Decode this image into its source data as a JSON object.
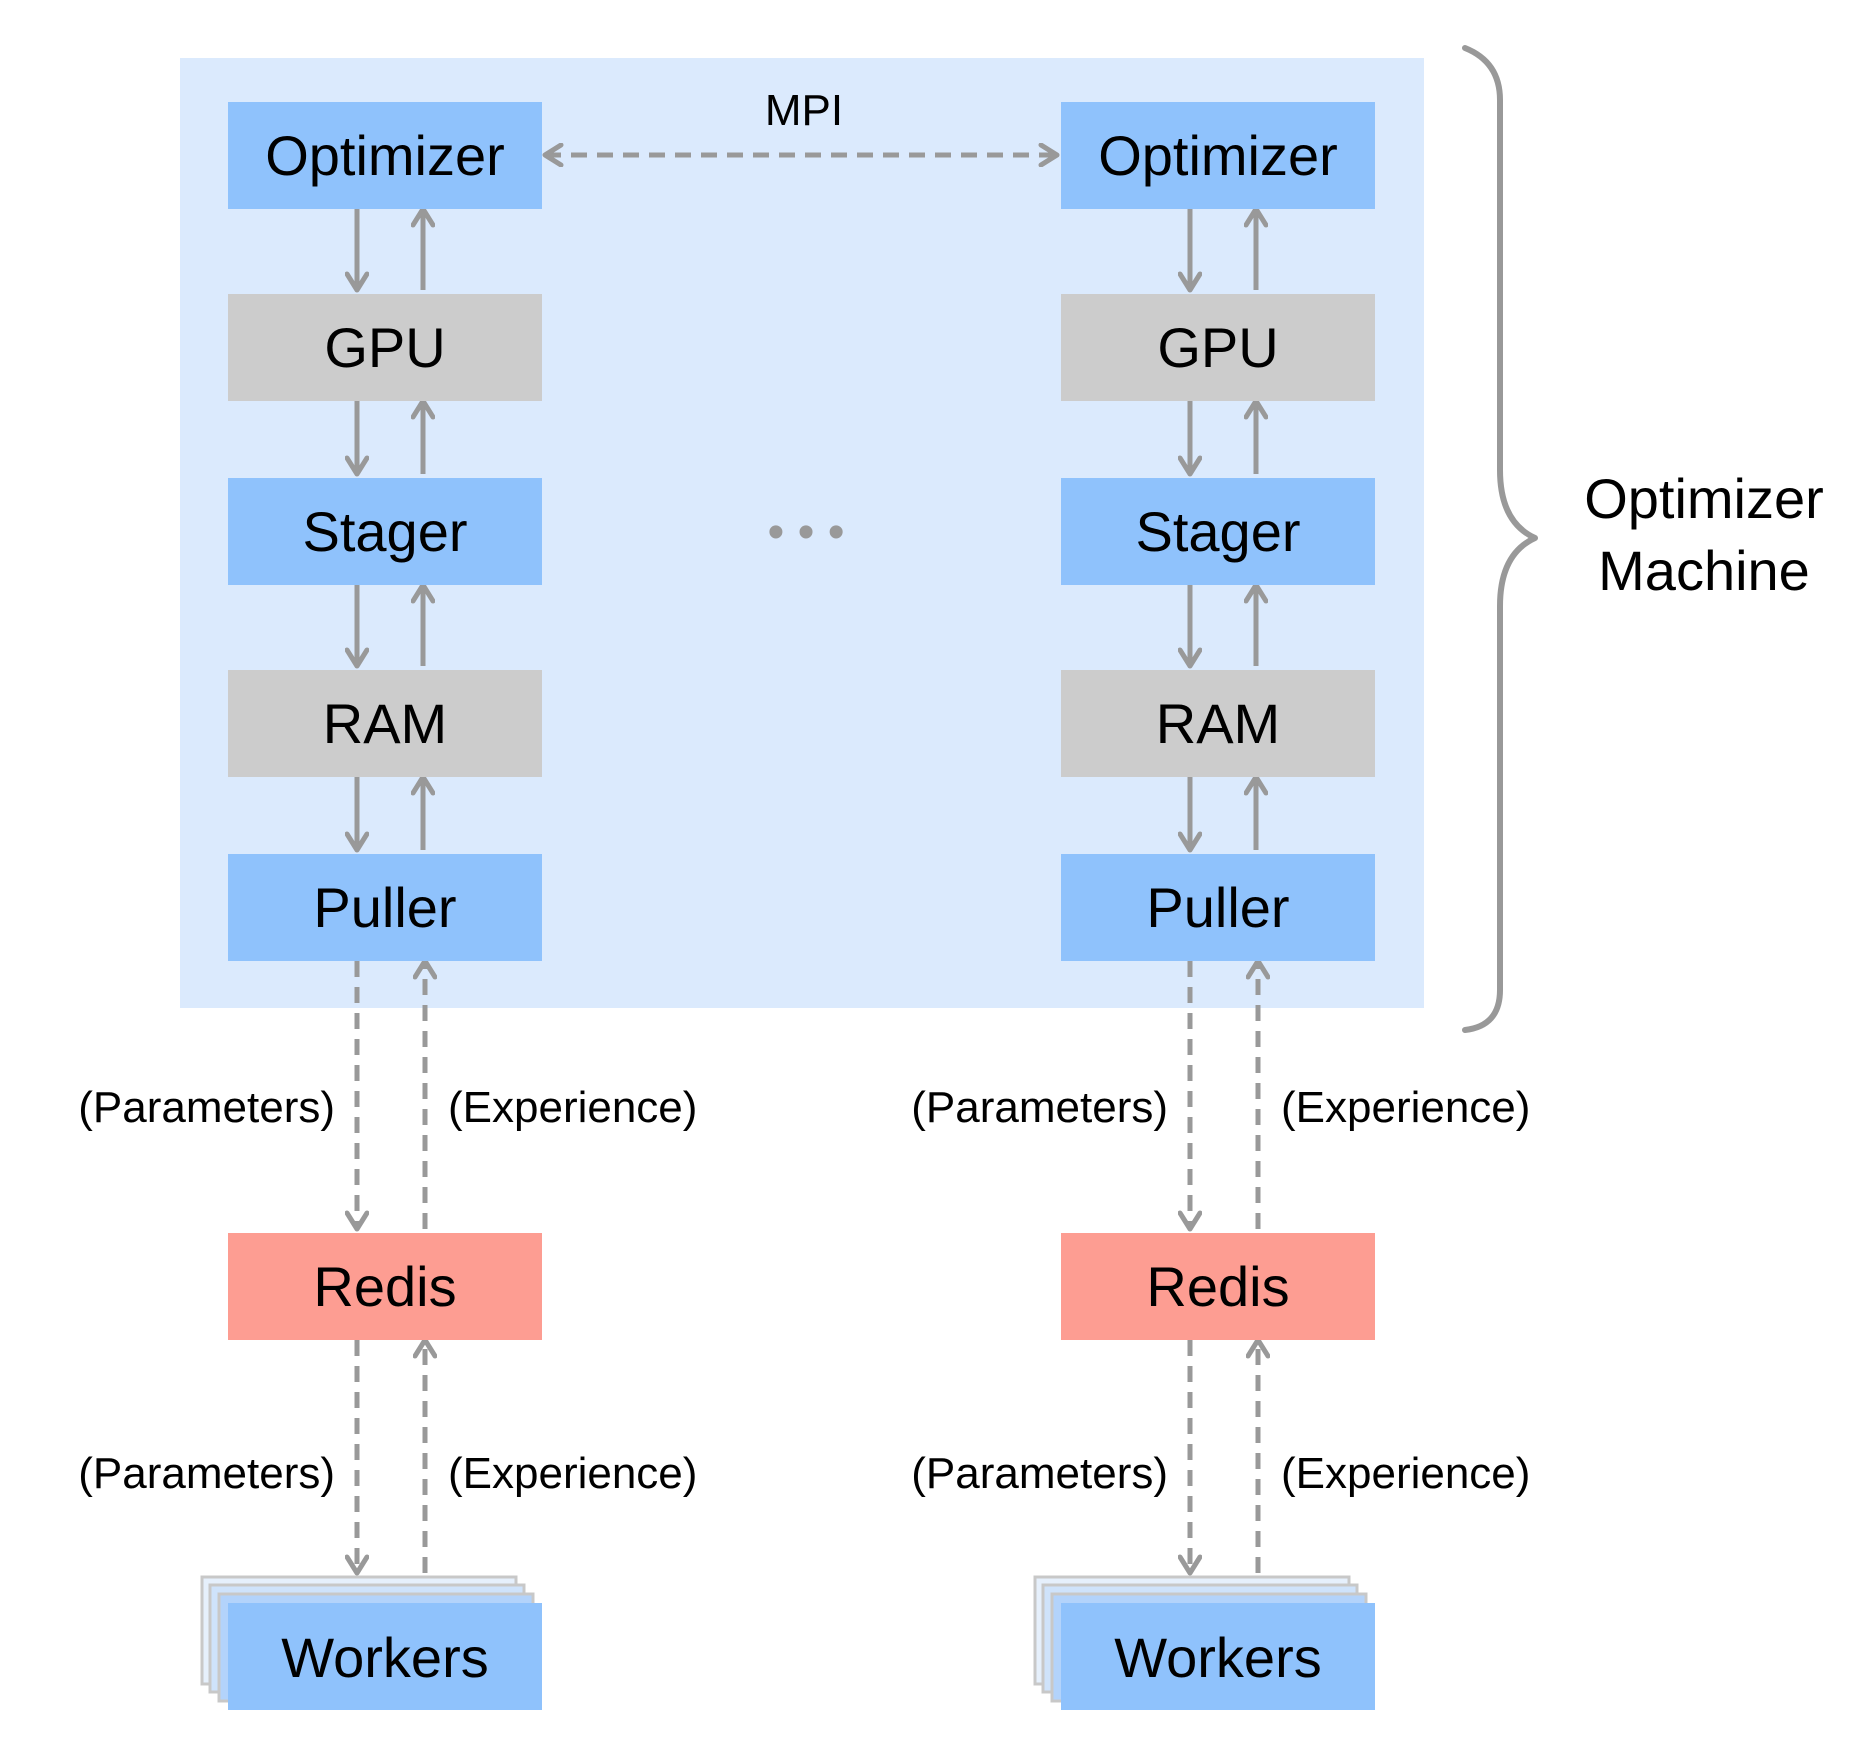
{
  "colors": {
    "machine_bg": "#dbeafd",
    "blue_box": "#8fc2fc",
    "gray_box": "#cccccc",
    "redis_box": "#fd9d92",
    "worker_back": "#cfe3fb",
    "worker_mid": "#b3d3fb",
    "arrow": "#999999",
    "text": "#000000"
  },
  "mpi_label": "MPI",
  "ellipsis": "• • •",
  "brace_label": [
    "Optimizer",
    "Machine"
  ],
  "columns": [
    {
      "optimizer": "Optimizer",
      "gpu": "GPU",
      "stager": "Stager",
      "ram": "RAM",
      "puller": "Puller",
      "redis": "Redis",
      "workers": "Workers",
      "params_upper": "(Parameters)",
      "exp_upper": "(Experience)",
      "params_lower": "(Parameters)",
      "exp_lower": "(Experience)"
    },
    {
      "optimizer": "Optimizer",
      "gpu": "GPU",
      "stager": "Stager",
      "ram": "RAM",
      "puller": "Puller",
      "redis": "Redis",
      "workers": "Workers",
      "params_upper": "(Parameters)",
      "exp_upper": "(Experience)",
      "params_lower": "(Parameters)",
      "exp_lower": "(Experience)"
    }
  ]
}
